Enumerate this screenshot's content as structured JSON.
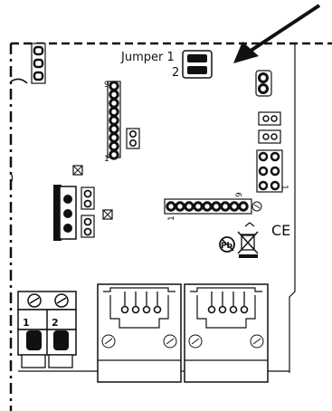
{
  "jumper": {
    "label": "Jumper",
    "pos1": "1",
    "pos2": "2"
  },
  "header_left": {
    "pin": "9",
    "end": "1"
  },
  "header_center": {
    "start": "1",
    "end": "9"
  },
  "header_right": {
    "marker": "1"
  },
  "terminal": {
    "pin1": "1",
    "pin2": "2"
  },
  "marks": {
    "ce": "CE",
    "pb": "Pb"
  },
  "colors": {
    "ink": "#111111",
    "board": "#ffffff"
  }
}
